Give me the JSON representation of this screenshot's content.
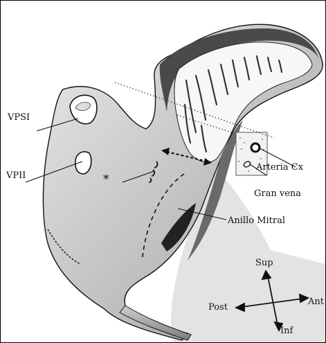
{
  "labels": {
    "vpsi": "VPSI",
    "vpii": "VPII",
    "asterisk": "*",
    "arteria_cx": "Arteria Cx",
    "gran_vena": "Gran vena",
    "anillo_mitral": "Anillo Mitral"
  },
  "orientation": {
    "sup": "Sup",
    "inf": "Inf",
    "post": "Post",
    "ant": "Ant"
  },
  "colors": {
    "ink": "#111111",
    "shade_dark": "#4a4a4a",
    "shade_mid": "#9a9a9a",
    "shade_light": "#d9d9d9",
    "paper": "#ffffff"
  }
}
